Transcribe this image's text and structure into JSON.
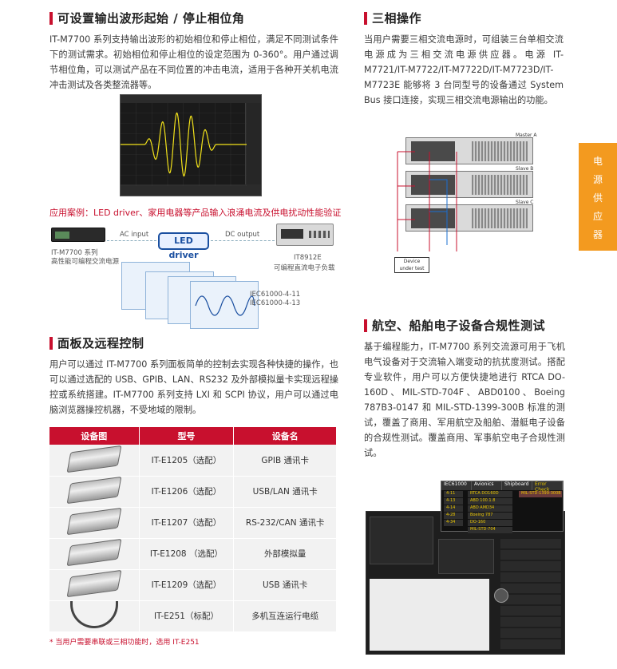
{
  "left": {
    "section1": {
      "title": "可设置输出波形起始 / 停止相位角",
      "body": "IT-M7700 系列支持输出波形的初始相位和停止相位，满足不同测试条件下的测试需求。初始相位和停止相位的设定范围为 0-360°。用户通过调节相位角，可以测试产品在不同位置的冲击电流，适用于各种开关机电流冲击测试及各类整流器等。"
    },
    "app_case": "应用案例：LED driver、家用电器等产品输入浪涌电流及供电扰动性能验证",
    "diagram": {
      "ac_input": "AC input",
      "dc_output": "DC output",
      "led_driver": "LED driver",
      "source_label_1": "IT-M7700 系列",
      "source_label_2": "高性能可编程交流电源",
      "load_label_1": "IT8912E",
      "load_label_2": "可编程直流电子负载",
      "std_1": "IEC61000-4-11",
      "std_2": "IEC61000-4-13"
    },
    "section2": {
      "title": "面板及远程控制",
      "body": "用户可以通过 IT-M7700 系列面板简单的控制去实现各种快捷的操作，也可以通过选配的 USB、GPIB、LAN、RS232 及外部模拟量卡实现远程操控或系统搭建。IT-M7700 系列支持 LXI 和 SCPI 协议，用户可以通过电脑浏览器操控机器，不受地域的限制。"
    },
    "table": {
      "headers": [
        "设备图",
        "型号",
        "设备名"
      ],
      "rows": [
        {
          "model": "IT-E1205（选配）",
          "name": "GPIB 通讯卡",
          "icon": "interface-card"
        },
        {
          "model": "IT-E1206（选配）",
          "name": "USB/LAN 通讯卡",
          "icon": "interface-card"
        },
        {
          "model": "IT-E1207（选配）",
          "name": "RS-232/CAN 通讯卡",
          "icon": "interface-card"
        },
        {
          "model": "IT-E1208 （选配）",
          "name": "外部模拟量",
          "icon": "interface-card"
        },
        {
          "model": "IT-E1209（选配）",
          "name": "USB 通讯卡",
          "icon": "interface-card"
        },
        {
          "model": "IT-E251（标配）",
          "name": "多机互连运行电缆",
          "icon": "cable"
        }
      ]
    },
    "footnote": "* 当用户需要串联或三相功能时，选用 IT-E251"
  },
  "right": {
    "section1": {
      "title": "三相操作",
      "body": "当用户需要三相交流电源时，可组装三台单相交流电源成为三相交流电源供应器。电源 IT-M7721/IT-M7722/IT-M7722D/IT-M7723D/IT-M7723E 能够将 3 台同型号的设备通过 System Bus 接口连接，实现三相交流电源输出的功能。"
    },
    "rack_labels": [
      "Master A",
      "Slave B",
      "Slave C"
    ],
    "dut_label_1": "Device",
    "dut_label_2": "under test",
    "section2": {
      "title": "航空、船舶电子设备合规性测试",
      "body": "基于编程能力，IT-M7700 系列交流源可用于飞机电气设备对于交流输入端变动的抗扰度测试。搭配专业软件，用户可以方便快捷地进行 RTCA DO-160D、MIL-STD-704F、ABD0100、Boeing 787B3-0147 和 MIL-STD-1399-300B 标准的测试，覆盖了商用、军用航空及船舶、潜艇电子设备的合规性测试。覆盖商用、军事航空电子合规性测试。"
    },
    "popup": {
      "tabs": [
        "IEC61000",
        "Avionics",
        "Shipboard"
      ],
      "error": "Error Check",
      "rows": [
        "4-11",
        "4-13",
        "4-14",
        "4-28",
        "4-34"
      ],
      "av_items": [
        "RTCA DO160D",
        "ABD 100.1.8",
        "ABD AMD34",
        "Boeing 787",
        "DO-160",
        "MIL-STD-704"
      ],
      "ship": "MIL-STD-1399-300B"
    }
  },
  "side_tab": [
    "电",
    "源",
    "供",
    "应",
    "器"
  ],
  "colors": {
    "accent_red": "#c8102e",
    "tab_orange": "#f39a1f",
    "led_blue": "#1a4fa0"
  }
}
